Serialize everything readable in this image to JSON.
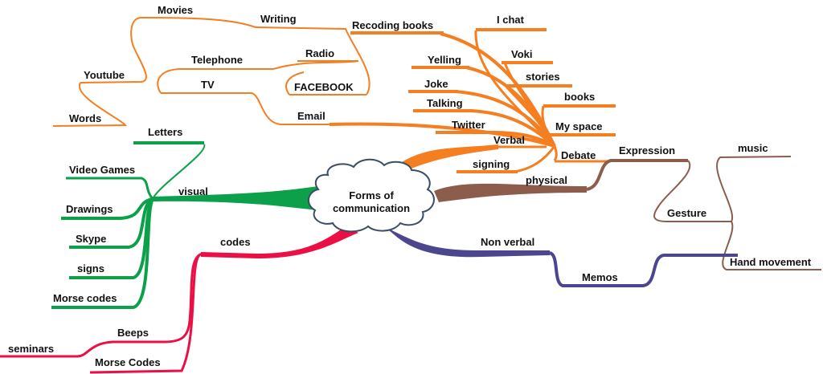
{
  "center": {
    "line1": "Forms of",
    "line2": "communication"
  },
  "colors": {
    "orange": "#F47E20",
    "green": "#0CA04A",
    "red": "#EA1045",
    "navy": "#4C468F",
    "brown": "#8C5D4C"
  },
  "branches": {
    "verbal": {
      "label": "Verbal"
    },
    "physical": {
      "label": "physical"
    },
    "visual": {
      "label": "visual"
    },
    "codes": {
      "label": "codes"
    },
    "nonverbal": {
      "label": "Non verbal"
    }
  },
  "nodes": {
    "recoding_books": "Recoding books",
    "i_chat": "I chat",
    "voki": "Voki",
    "yelling": "Yelling",
    "stories": "stories",
    "joke": "Joke",
    "books": "books",
    "talking": "Talking",
    "my_space": "My space",
    "twitter": "Twitter",
    "debate": "Debate",
    "signing": "signing",
    "email": "Email",
    "tv": "TV",
    "telephone": "Telephone",
    "radio": "Radio",
    "facebook": "FACEBOOK",
    "writing": "Writing",
    "movies": "Movies",
    "youtube": "Youtube",
    "words": "Words",
    "expression": "Expression",
    "gesture": "Gesture",
    "music": "music",
    "hand_movement": "Hand movement",
    "letters": "Letters",
    "video_games": "Video Games",
    "drawings": "Drawings",
    "skype": "Skype",
    "signs": "signs",
    "morse_codes_visual": "Morse codes",
    "beeps": "Beeps",
    "seminars": "seminars",
    "morse_codes_codes": "Morse Codes",
    "memos": "Memos"
  }
}
